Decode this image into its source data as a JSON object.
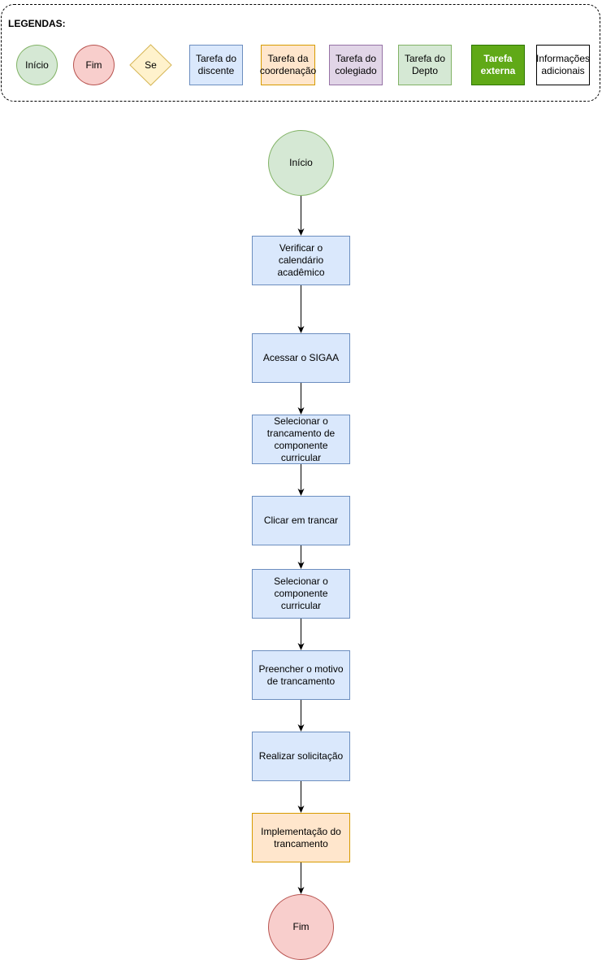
{
  "legend": {
    "title": "LEGENDAS:",
    "items": {
      "inicio": "Início",
      "fim": "Fim",
      "se": "Se",
      "discente": "Tarefa do discente",
      "coordenacao": "Tarefa da coordenação",
      "colegiado": "Tarefa do colegiado",
      "depto": "Tarefa do Depto",
      "externa": "Tarefa externa",
      "info": "Informações adicionais"
    }
  },
  "flow": {
    "start": "Início",
    "steps": [
      "Verificar o calendário acadêmico",
      "Acessar o SIGAA",
      "Selecionar o trancamento de componente curricular",
      "Clicar em trancar",
      "Selecionar o componente curricular",
      "Preencher o motivo de trancamento",
      "Realizar solicitação",
      "Implementação do trancamento"
    ],
    "end": "Fim"
  },
  "colors": {
    "start_fill": "#d5e8d4",
    "end_fill": "#f8cecc",
    "decision_fill": "#fff2cc",
    "discente_fill": "#dae8fc",
    "coordenacao_fill": "#ffe6cc",
    "colegiado_fill": "#e1d5e7",
    "depto_fill": "#d5e8d4",
    "externa_fill": "#60a917"
  }
}
